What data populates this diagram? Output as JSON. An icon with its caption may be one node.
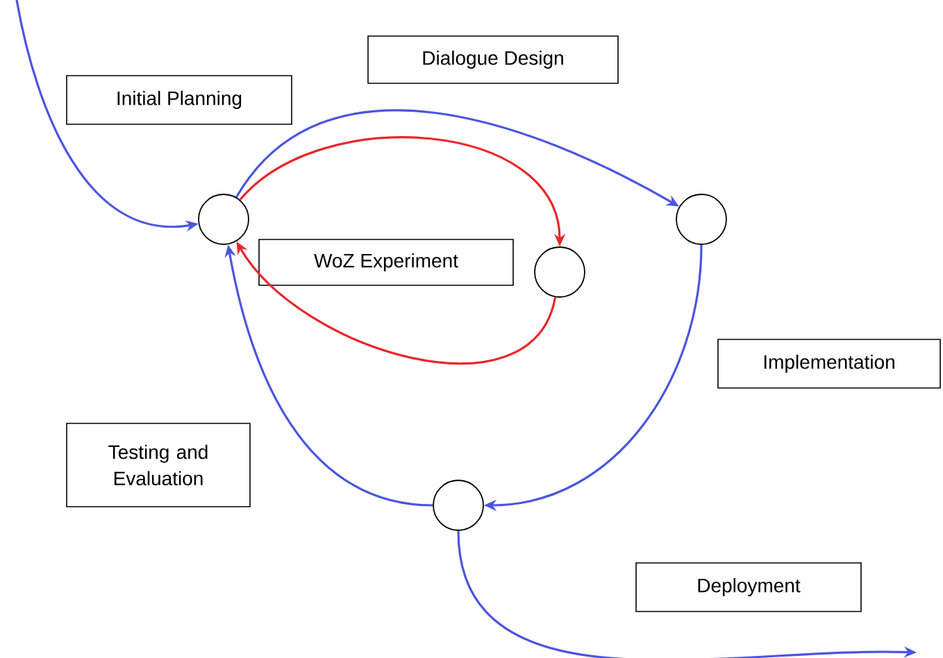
{
  "diagram": {
    "nodes": [
      {
        "text": [
          "Dialogue Design"
        ]
      },
      {
        "text": [
          "Initial Planning"
        ]
      },
      {
        "text": [],
        "shape": "circle"
      },
      {
        "text": [],
        "shape": "circle"
      },
      {
        "text": [
          "WoZ Experiment"
        ]
      },
      {
        "text": [],
        "shape": "circle"
      },
      {
        "text": [
          "Implementation"
        ]
      },
      {
        "text": [
          "Testing and Evaluation"
        ]
      },
      {
        "text": [],
        "shape": "circle"
      },
      {
        "text": [
          "Deployment"
        ]
      }
    ],
    "edges": [
      {
        "from": null,
        "to": 2,
        "arrow": "to"
      },
      {
        "from": 2,
        "to": 3,
        "arrow": "to"
      },
      {
        "from": 3,
        "to": 8,
        "arrow": "to"
      },
      {
        "from": 8,
        "to": 2,
        "arrow": "to"
      },
      {
        "from": 2,
        "to": 5,
        "arrow": "to",
        "color": "#e8262a"
      },
      {
        "from": 5,
        "to": 2,
        "arrow": "to",
        "color": "#e8262a"
      },
      {
        "from": 8,
        "to": null,
        "arrow": "to"
      }
    ]
  }
}
